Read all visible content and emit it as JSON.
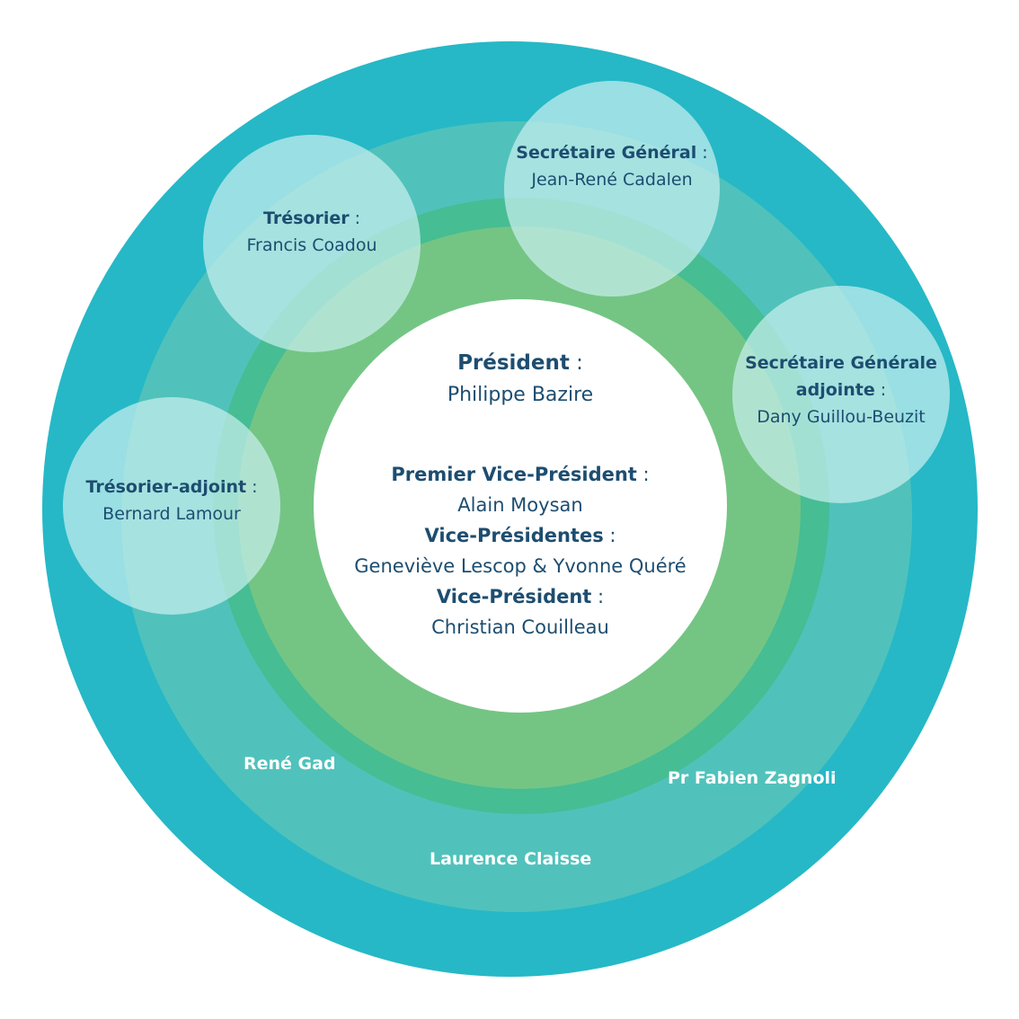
{
  "colors": {
    "outer_ring": "#26b8c6",
    "second_ring": "#50c2bb",
    "third_ring": "#46bd93",
    "fourth_ring": "#74c584",
    "core": "#ffffff",
    "bubble": "#caf0f0",
    "text_dark": "#1d4d70",
    "text_light": "#ffffff"
  },
  "center": {
    "president": {
      "role": "Président",
      "colon": " :",
      "name": "Philippe Bazire"
    },
    "premier_vice_president": {
      "role": "Premier Vice-Président",
      "colon": " :",
      "name": "Alain Moysan"
    },
    "vice_presidentes": {
      "role": "Vice-Présidentes",
      "colon": " :",
      "name": "Geneviève Lescop & Yvonne Quéré"
    },
    "vice_president": {
      "role": "Vice-Président",
      "colon": " :",
      "name": "Christian Couilleau"
    }
  },
  "bubbles": {
    "tresorier": {
      "role": "Trésorier",
      "colon": " :",
      "name": "Francis Coadou"
    },
    "secretaire_general": {
      "role": "Secrétaire Général",
      "colon": " :",
      "name": "Jean-René Cadalen"
    },
    "secretaire_generale_adjointe": {
      "role_line1": "Secrétaire Générale",
      "role_line2": "adjointe",
      "colon": " :",
      "name": "Dany Guillou-Beuzit"
    },
    "tresorier_adjoint": {
      "role": "Trésorier-adjoint",
      "colon": " :",
      "name": "Bernard Lamour"
    }
  },
  "members": {
    "rene_gad": "René Gad",
    "fabien_zagnoli": "Pr Fabien Zagnoli",
    "laurence_claisse": "Laurence Claisse"
  }
}
